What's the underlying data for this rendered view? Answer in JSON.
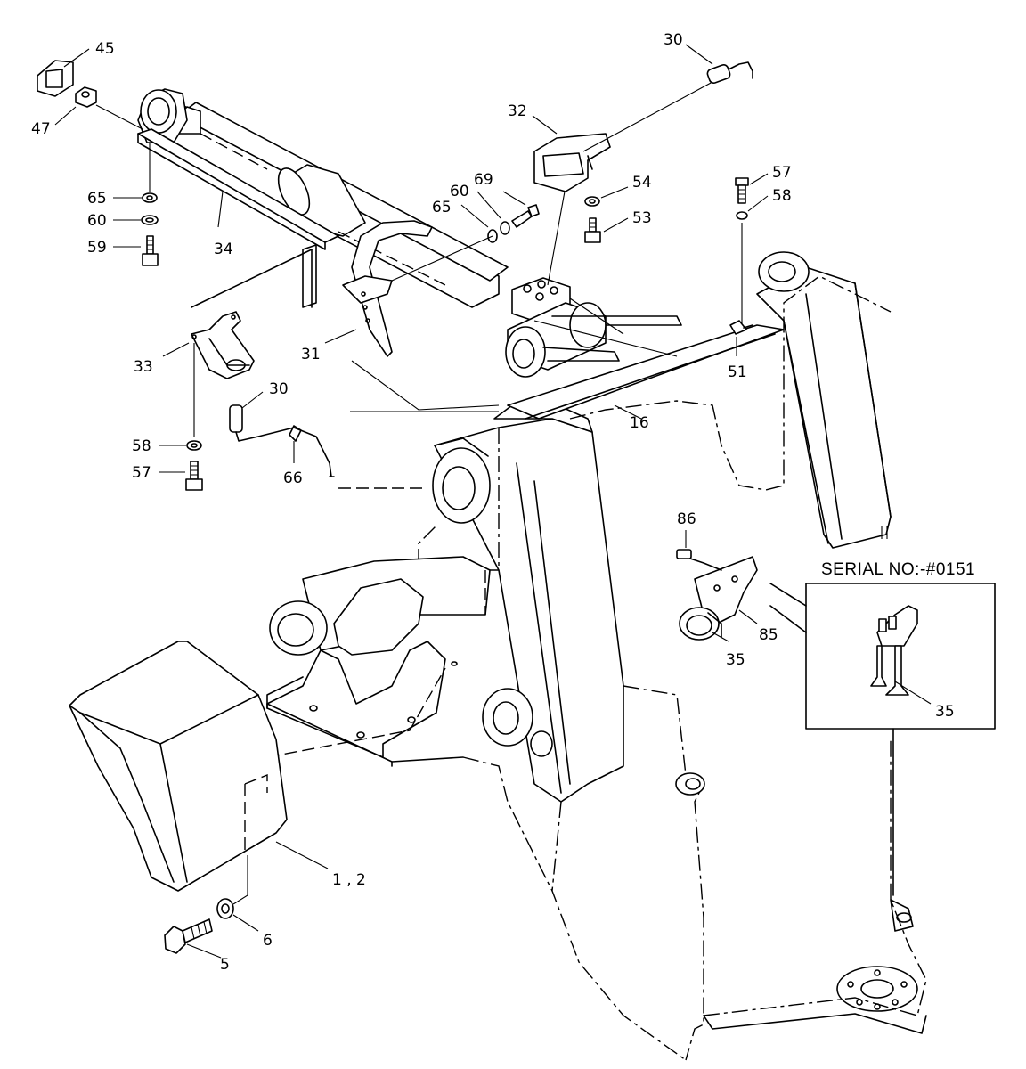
{
  "serial_note": "SERIAL NO:-#0151",
  "callouts": {
    "c45": "45",
    "c47": "47",
    "c65a": "65",
    "c60a": "60",
    "c59": "59",
    "c34": "34",
    "c33": "33",
    "c30a": "30",
    "c58a": "58",
    "c57a": "57",
    "c66": "66",
    "c31": "31",
    "c65b": "65",
    "c60b": "60",
    "c69": "69",
    "c32": "32",
    "c30b": "30",
    "c54": "54",
    "c53": "53",
    "c57b": "57",
    "c58b": "58",
    "c51": "51",
    "c16": "16",
    "c86": "86",
    "c85": "85",
    "c35a": "35",
    "c35b": "35",
    "c12": "1 , 2",
    "c6": "6",
    "c5": "5"
  }
}
